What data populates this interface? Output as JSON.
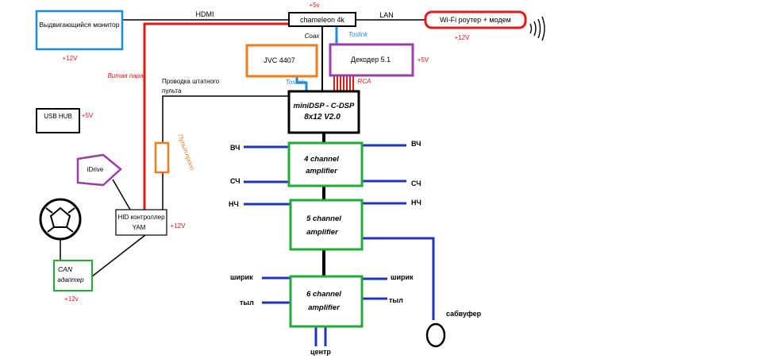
{
  "blocks": {
    "monitor": "Выдвигающийся монитор",
    "chameleon": "chameleon 4k",
    "wifi_router": "Wi-Fi  роутер  + модем",
    "jvc": "JVC 4407",
    "decoder": "Декодер 5.1",
    "minidsp_line1": "miniDSP - C-DSP",
    "minidsp_line2": "8x12 V2.0",
    "usb_hub": "USB HUB",
    "idrive": "iDrive",
    "hid_line1": "HID контроллер",
    "hid_line2": "YAM",
    "can_line1": "CAN",
    "can_line2": "адаптер",
    "amp4_line1": "4 channel",
    "amp4_line2": "amplifier",
    "amp5_line1": "5 channel",
    "amp5_line2": "amplifier",
    "amp6_line1": "6 channel",
    "amp6_line2": "amplifier"
  },
  "power": {
    "chameleon": "+5v",
    "router": "+12V",
    "decoder": "+5V",
    "monitor": "+12V",
    "usb_hub": "+5V",
    "hid": "+12V",
    "can": "+12v"
  },
  "connections": {
    "hdmi": "HDMI",
    "lan": "LAN",
    "coax": "Coax",
    "toslink_top": "Toslink",
    "toslink_jvc": "Toslink",
    "rca": "RCA",
    "twisted_pair": "Витая пара",
    "stock_wiring_line1": "Проводка штатного",
    "stock_wiring_line2": "пульта",
    "remote_line1": "Пульт",
    "remote_line2": "прого"
  },
  "speakers": {
    "hf_left": "ВЧ",
    "hf_right": "ВЧ",
    "mid_left": "СЧ",
    "mid_right": "СЧ",
    "low_left": "НЧ",
    "low_right": "НЧ",
    "wide_left": "ширик",
    "wide_right": "ширик",
    "rear_left": "тыл",
    "rear_right": "тыл",
    "center": "центр",
    "subwoofer": "сабвуфер"
  },
  "colors": {
    "monitor_border": "#1a8ed8",
    "router_border": "#e01818",
    "jvc_border": "#f07c1e",
    "decoder_border": "#9b3fa8",
    "amp_border": "#22aa3a",
    "speaker_wire": "#2233bb",
    "twisted_pair": "#e01818",
    "toslink": "#1a8ed8",
    "power_text": "#e01818"
  },
  "icons": {
    "wifi": "wifi-signal-icon",
    "steering_wheel": "steering-wheel-icon",
    "subwoofer": "subwoofer-icon"
  }
}
